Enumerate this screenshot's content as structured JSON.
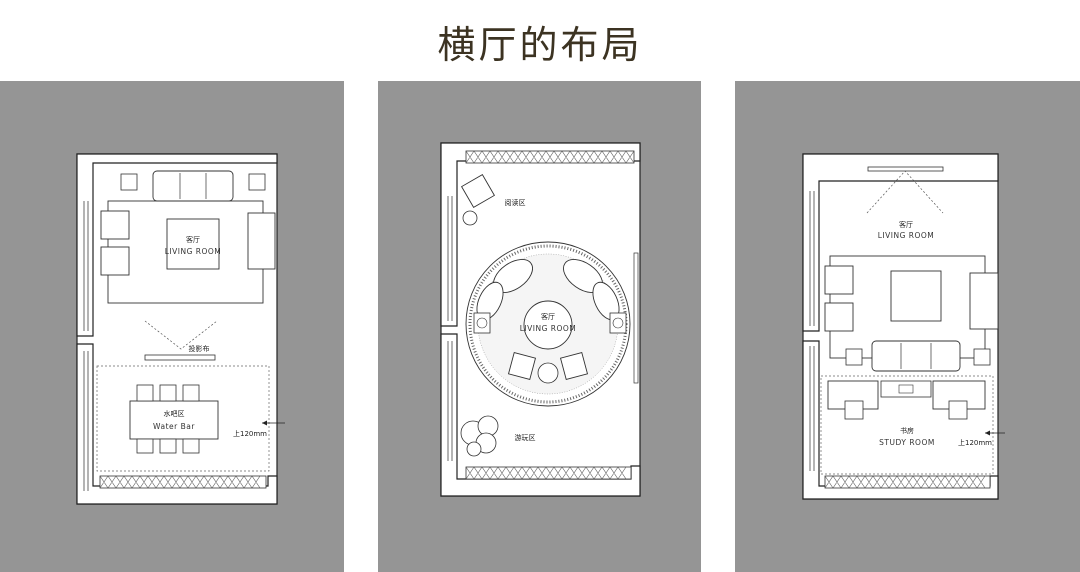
{
  "title": "横厅的布局",
  "colors": {
    "title_text": "#3c3322",
    "panel_bg": "#959595",
    "floor": "#ffffff",
    "lines": "#2a2a2a"
  },
  "plans": [
    {
      "living_cn": "客厅",
      "living_en": "LIVING ROOM",
      "projector_label": "投影布",
      "bar_cn": "水吧区",
      "bar_en": "Water Bar",
      "height_note": "上120mm"
    },
    {
      "reading_label": "阅读区",
      "living_cn": "客厅",
      "living_en": "LIVING ROOM",
      "play_label": "游玩区"
    },
    {
      "living_cn": "客厅",
      "living_en": "LIVING ROOM",
      "study_cn": "书房",
      "study_en": "STUDY ROOM",
      "height_note": "上120mm"
    }
  ]
}
